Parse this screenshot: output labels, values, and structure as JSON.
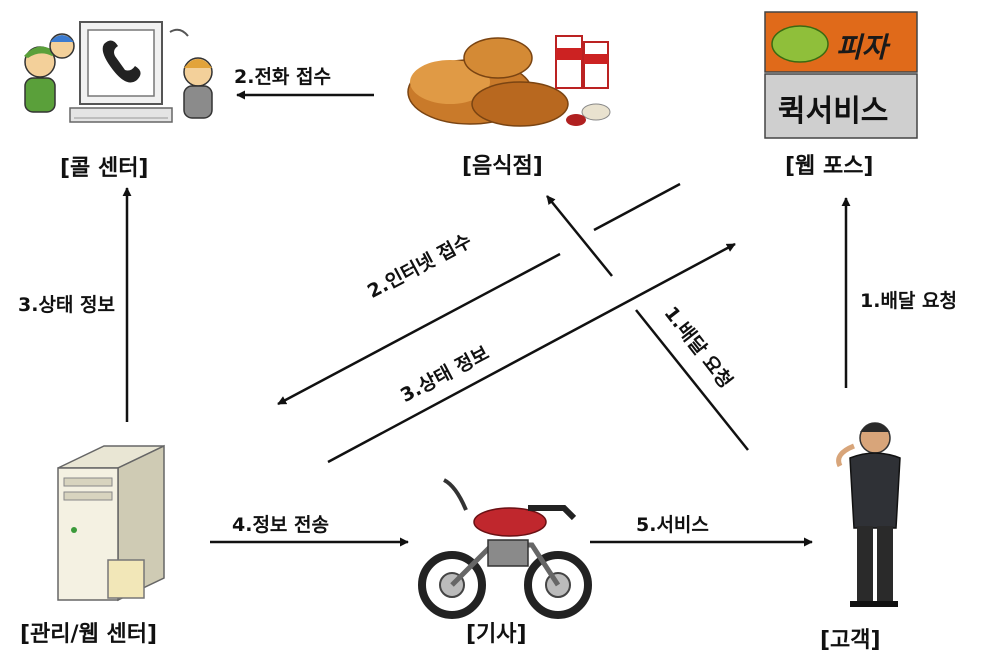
{
  "nodes": {
    "call_center": "[콜 센터]",
    "restaurant": "[음식점]",
    "web_pos": "[웹 포스]",
    "web_pos_sign_top": "피자",
    "web_pos_sign_bottom": "퀵서비스",
    "management": "[관리/웹 센터]",
    "rider": "[기사]",
    "customer": "[고객]"
  },
  "edges": {
    "phone_receipt": "2.전화 접수",
    "status_info_left": "3.상태 정보",
    "internet_receipt": "2.인터넷 접수",
    "status_info_center": "3.상태 정보",
    "delivery_request_diag": "1.배달 요청",
    "delivery_request_right": "1.배달 요청",
    "info_transfer": "4.정보 전송",
    "service": "5.서비스"
  }
}
